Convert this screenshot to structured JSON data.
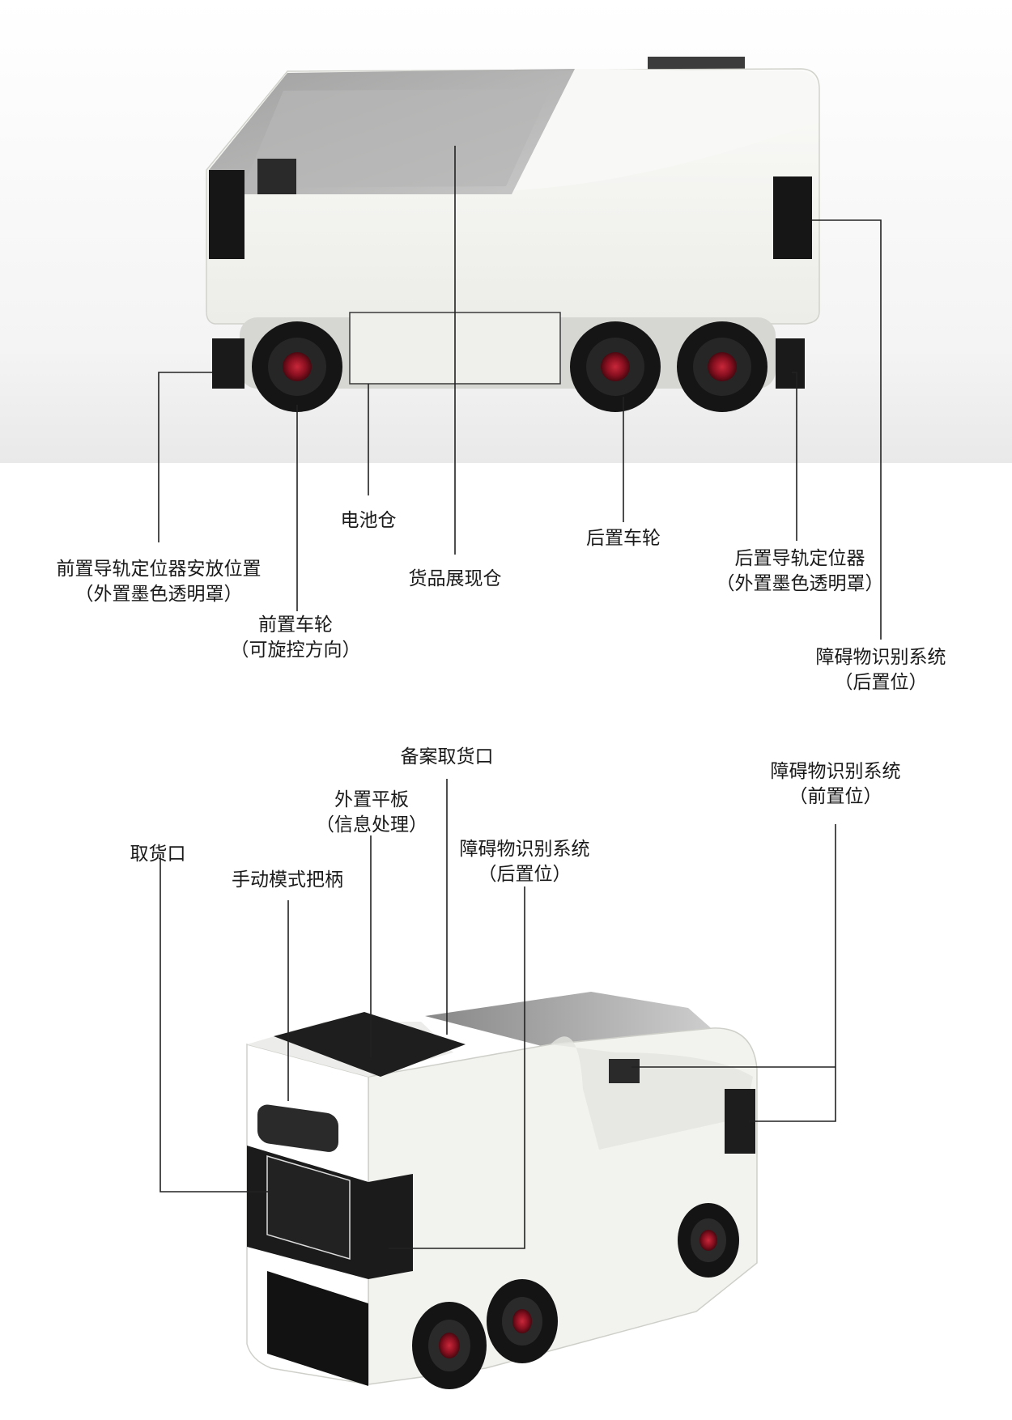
{
  "top_view": {
    "labels": {
      "battery": "电池仓",
      "display": "货品展现仓",
      "rear_wheel": "后置车轮",
      "front_locator_l1": "前置导轨定位器安放位置",
      "front_locator_l2": "（外置墨色透明罩）",
      "front_wheel_l1": "前置车轮",
      "front_wheel_l2": "（可旋控方向）",
      "rear_locator_l1": "后置导轨定位器",
      "rear_locator_l2": "（外置墨色透明罩）",
      "obstacle_l1": "障碍物识别系统",
      "obstacle_l2": "（后置位）"
    }
  },
  "bottom_view": {
    "labels": {
      "filing_port": "备案取货口",
      "tablet_l1": "外置平板",
      "tablet_l2": "（信息处理）",
      "pickup": "取货口",
      "handle": "手动模式把柄",
      "obstacle_rear_l1": "障碍物识别系统",
      "obstacle_rear_l2": "（后置位）",
      "obstacle_front_l1": "障碍物识别系统",
      "obstacle_front_l2": "（前置位）"
    }
  },
  "colors": {
    "body": "#f2f2ef",
    "dark": "#1c1c1c",
    "glass": "#8f8f8f",
    "hub": "#8a1020",
    "line": "#222222"
  }
}
